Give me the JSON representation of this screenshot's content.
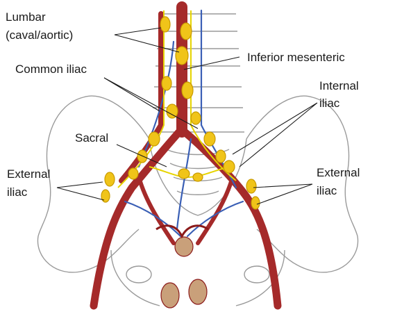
{
  "labels": {
    "lumbar_line1": "Lumbar",
    "lumbar_line2": "(caval/aortic)",
    "inferior_mesenteric": "Inferior mesenteric",
    "common_iliac": "Common iliac",
    "internal_iliac_line1": "Internal",
    "internal_iliac_line2": "iliac",
    "sacral": "Sacral",
    "external_iliac_left_line1": "External",
    "external_iliac_left_line2": "iliac",
    "external_iliac_right_line1": "External",
    "external_iliac_right_line2": "iliac"
  },
  "colors": {
    "artery": "#a52a2a",
    "vessel_dark": "#8b1a1a",
    "vein": "#3a5fb5",
    "lymph_node": "#f0c419",
    "lymph_node_outline": "#c89a00",
    "lymph_vessel": "#e6d400",
    "bone_outline": "#9a9a9a",
    "organ": "#c9a07a"
  }
}
